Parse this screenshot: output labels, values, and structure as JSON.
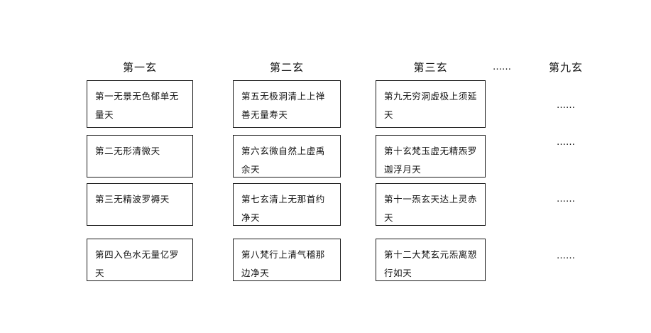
{
  "figure": {
    "headers": [
      {
        "label": "第一玄"
      },
      {
        "label": "第二玄"
      },
      {
        "label": "第三玄"
      },
      {
        "label": "……"
      },
      {
        "label": "第九玄"
      }
    ],
    "columns": [
      {
        "header": "第一玄",
        "cells": [
          "第一无景无色郁单无量天",
          "第二无形清微天",
          "第三无精波罗褥天",
          "第四入色水无量亿罗天"
        ]
      },
      {
        "header": "第二玄",
        "cells": [
          "第五无极洞清上上禅善无量寿天",
          "第六玄微自然上虚禹余天",
          "第七玄清上无那首约净天",
          "第八梵行上清气稽那边净天"
        ]
      },
      {
        "header": "第三玄",
        "cells": [
          "第九无穷洞虚极上须延天",
          "第十玄梵玉虚无精炁罗迦浮月天",
          "第十一炁玄天达上灵赤天",
          "第十二大梵玄元炁离愬行如天"
        ]
      },
      {
        "header": "第九玄",
        "cells": [
          "……",
          "……",
          "……",
          "……"
        ]
      }
    ]
  },
  "colors": {
    "background": "#ffffff",
    "box_border": "#1a1a1a",
    "text": "#111111"
  }
}
